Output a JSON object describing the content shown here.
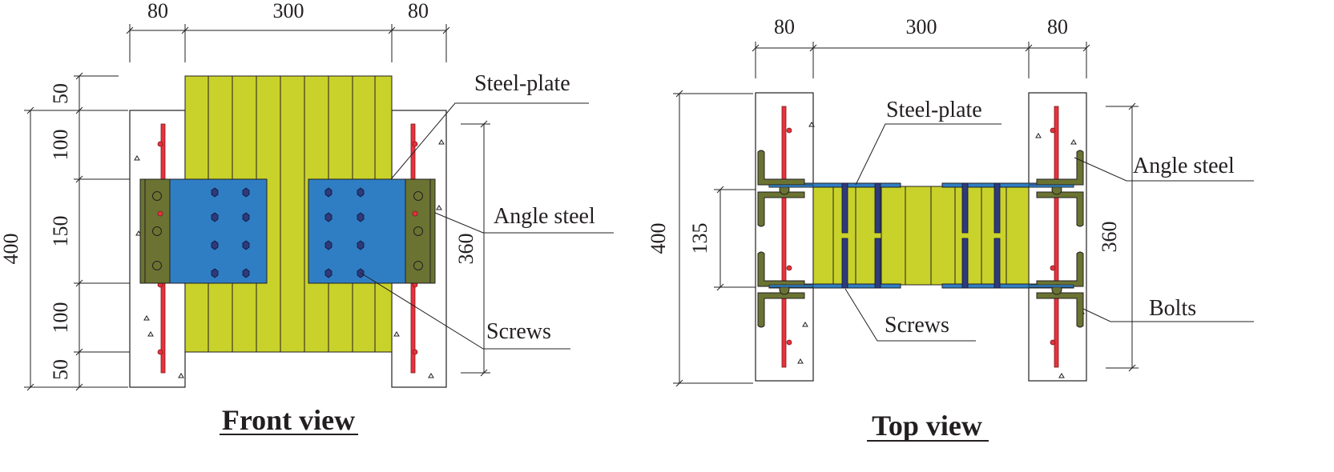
{
  "front_view": {
    "title": "Front view",
    "dimensions_top": [
      "80",
      "300",
      "80"
    ],
    "dimensions_left_inner": [
      "50",
      "100",
      "150",
      "100",
      "50"
    ],
    "dimension_left_total": "400",
    "dimension_right": "360",
    "labels": {
      "steel_plate": "Steel-plate",
      "angle_steel": "Angle steel",
      "screws": "Screws"
    }
  },
  "top_view": {
    "title": "Top view",
    "dimensions_top": [
      "80",
      "300",
      "80"
    ],
    "dimension_left_total": "400",
    "dimension_left_inner": "135",
    "dimension_right": "360",
    "labels": {
      "steel_plate": "Steel-plate",
      "angle_steel": "Angle steel",
      "screws": "Screws",
      "bolts": "Bolts"
    }
  },
  "colors": {
    "timber": "#c9d22a",
    "steel_plate": "#2f7ec4",
    "angle_steel": "#6b7332",
    "rebar": "#e8323b",
    "screw": "#2e3a7a"
  }
}
